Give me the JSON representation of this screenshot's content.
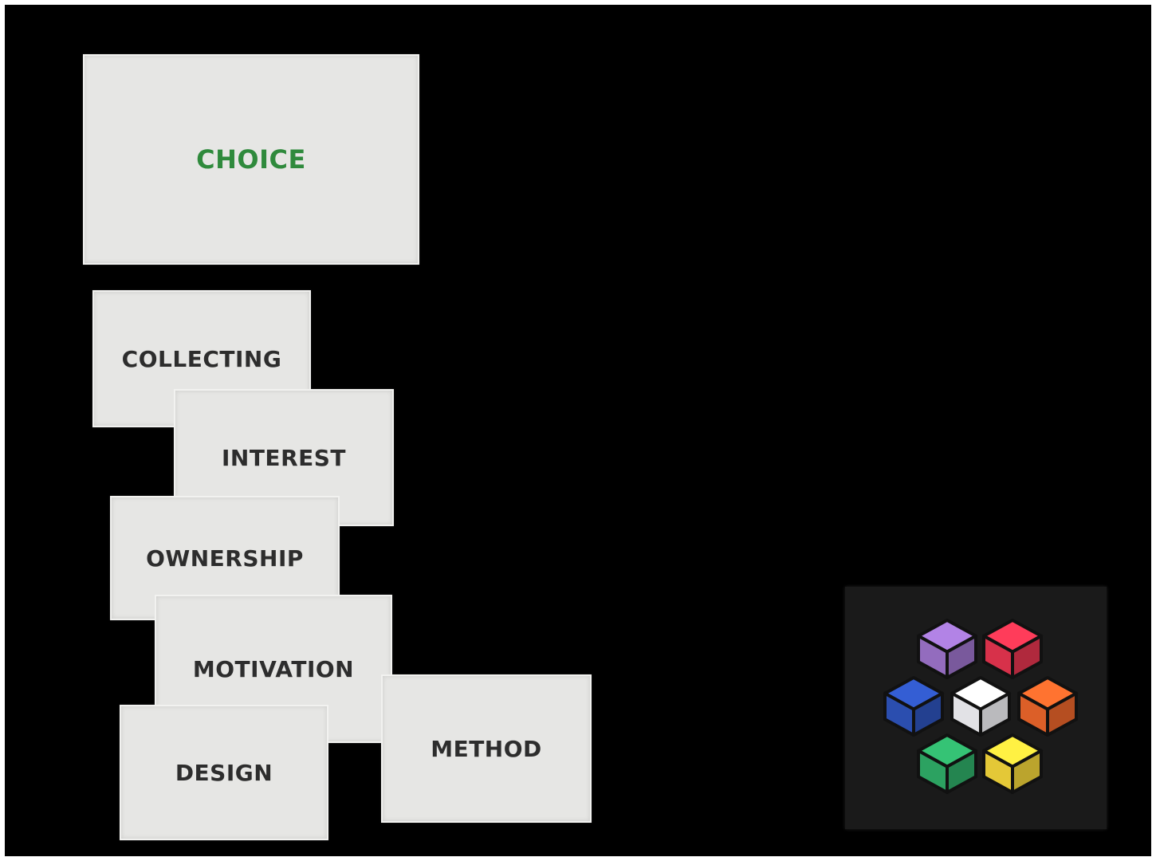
{
  "cards": {
    "choice": "CHOICE",
    "collecting": "COLLECTING",
    "interest": "INTEREST",
    "ownership": "OWNERSHIP",
    "motivation": "MOTIVATION",
    "design": "DESIGN",
    "method": "METHOD"
  },
  "colors": {
    "background": "#000000",
    "card": "#e6e6e4",
    "card_text": "#2d2d2d",
    "choice_text": "#2f8a3c",
    "logo_bg": "#1a1a1a"
  },
  "logo": {
    "icon": "hexagon-cubes-logo-icon",
    "cube_colors": [
      "#9b72c8",
      "#e2344e",
      "#2d52b8",
      "#eeeef2",
      "#e8642a",
      "#2eaa66",
      "#f0d23a"
    ]
  }
}
